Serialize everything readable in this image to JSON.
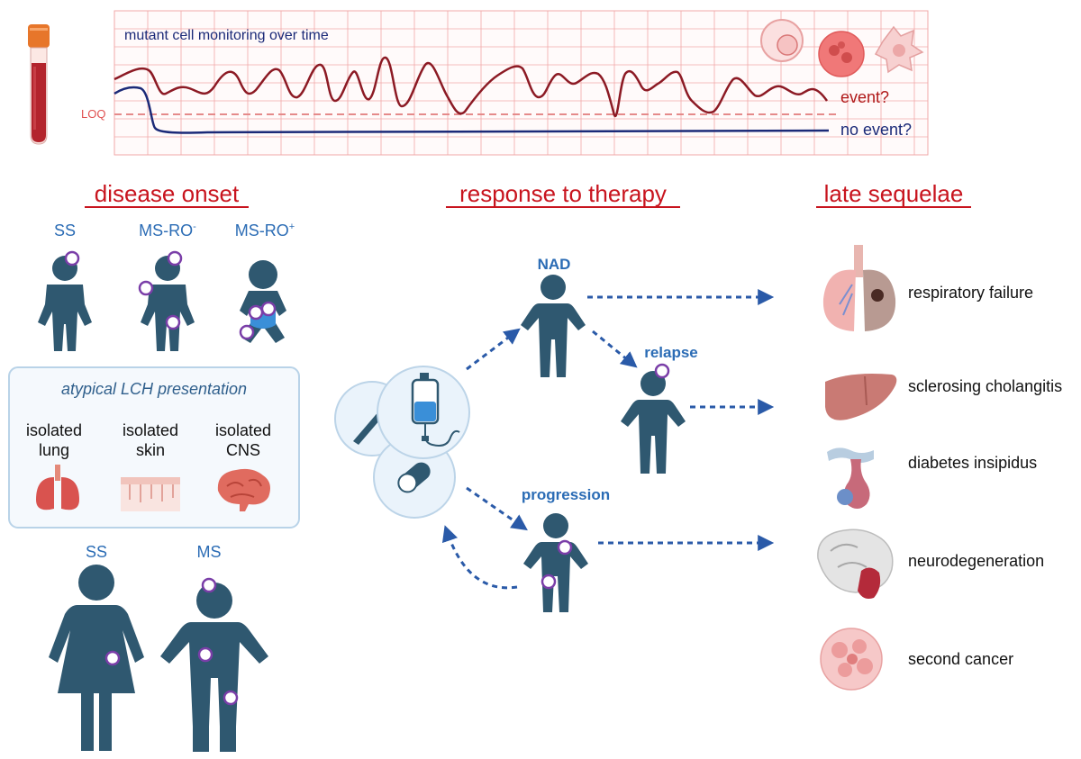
{
  "colors": {
    "figure": "#2f5870",
    "heading_red": "#c8141e",
    "label_blue": "#2b6cb5",
    "navy": "#1b2a78",
    "maroon": "#8c1a24",
    "grid": "#f1a8a8",
    "loq": "#e58a8a",
    "lesion": "#7a3ea8",
    "arrow": "#2a5aa8",
    "panel_border": "#b9d3e8",
    "panel_fill": "#f5f9fd"
  },
  "monitor": {
    "title": "mutant cell monitoring over time",
    "loq_label": "LOQ",
    "event_label": "event?",
    "no_event_label": "no event?"
  },
  "onset": {
    "heading": "disease onset",
    "top_labels": {
      "ss": "SS",
      "ms_ro_minus": "MS-RO",
      "ms_ro_minus_sup": "-",
      "ms_ro_plus": "MS-RO",
      "ms_ro_plus_sup": "+"
    },
    "atypical": {
      "title": "atypical LCH presentation",
      "items": [
        {
          "line1": "isolated",
          "line2": "lung",
          "icon": "lung-icon"
        },
        {
          "line1": "isolated",
          "line2": "skin",
          "icon": "skin-icon"
        },
        {
          "line1": "isolated",
          "line2": "CNS",
          "icon": "brain-icon"
        }
      ]
    },
    "bottom_labels": {
      "ss": "SS",
      "ms": "MS"
    }
  },
  "therapy": {
    "heading": "response to therapy",
    "nad": "NAD",
    "relapse": "relapse",
    "progression": "progression",
    "therapy_icons": [
      "scalpel-icon",
      "iv-bag-icon",
      "pill-icon"
    ]
  },
  "sequelae": {
    "heading": "late sequelae",
    "items": [
      {
        "label": "respiratory failure",
        "icon": "lungs-damaged-icon"
      },
      {
        "label": "sclerosing cholangitis",
        "icon": "liver-icon"
      },
      {
        "label": "diabetes insipidus",
        "icon": "pituitary-icon"
      },
      {
        "label": "neurodegeneration",
        "icon": "brain-section-icon"
      },
      {
        "label": "second cancer",
        "icon": "tumor-icon"
      }
    ]
  }
}
